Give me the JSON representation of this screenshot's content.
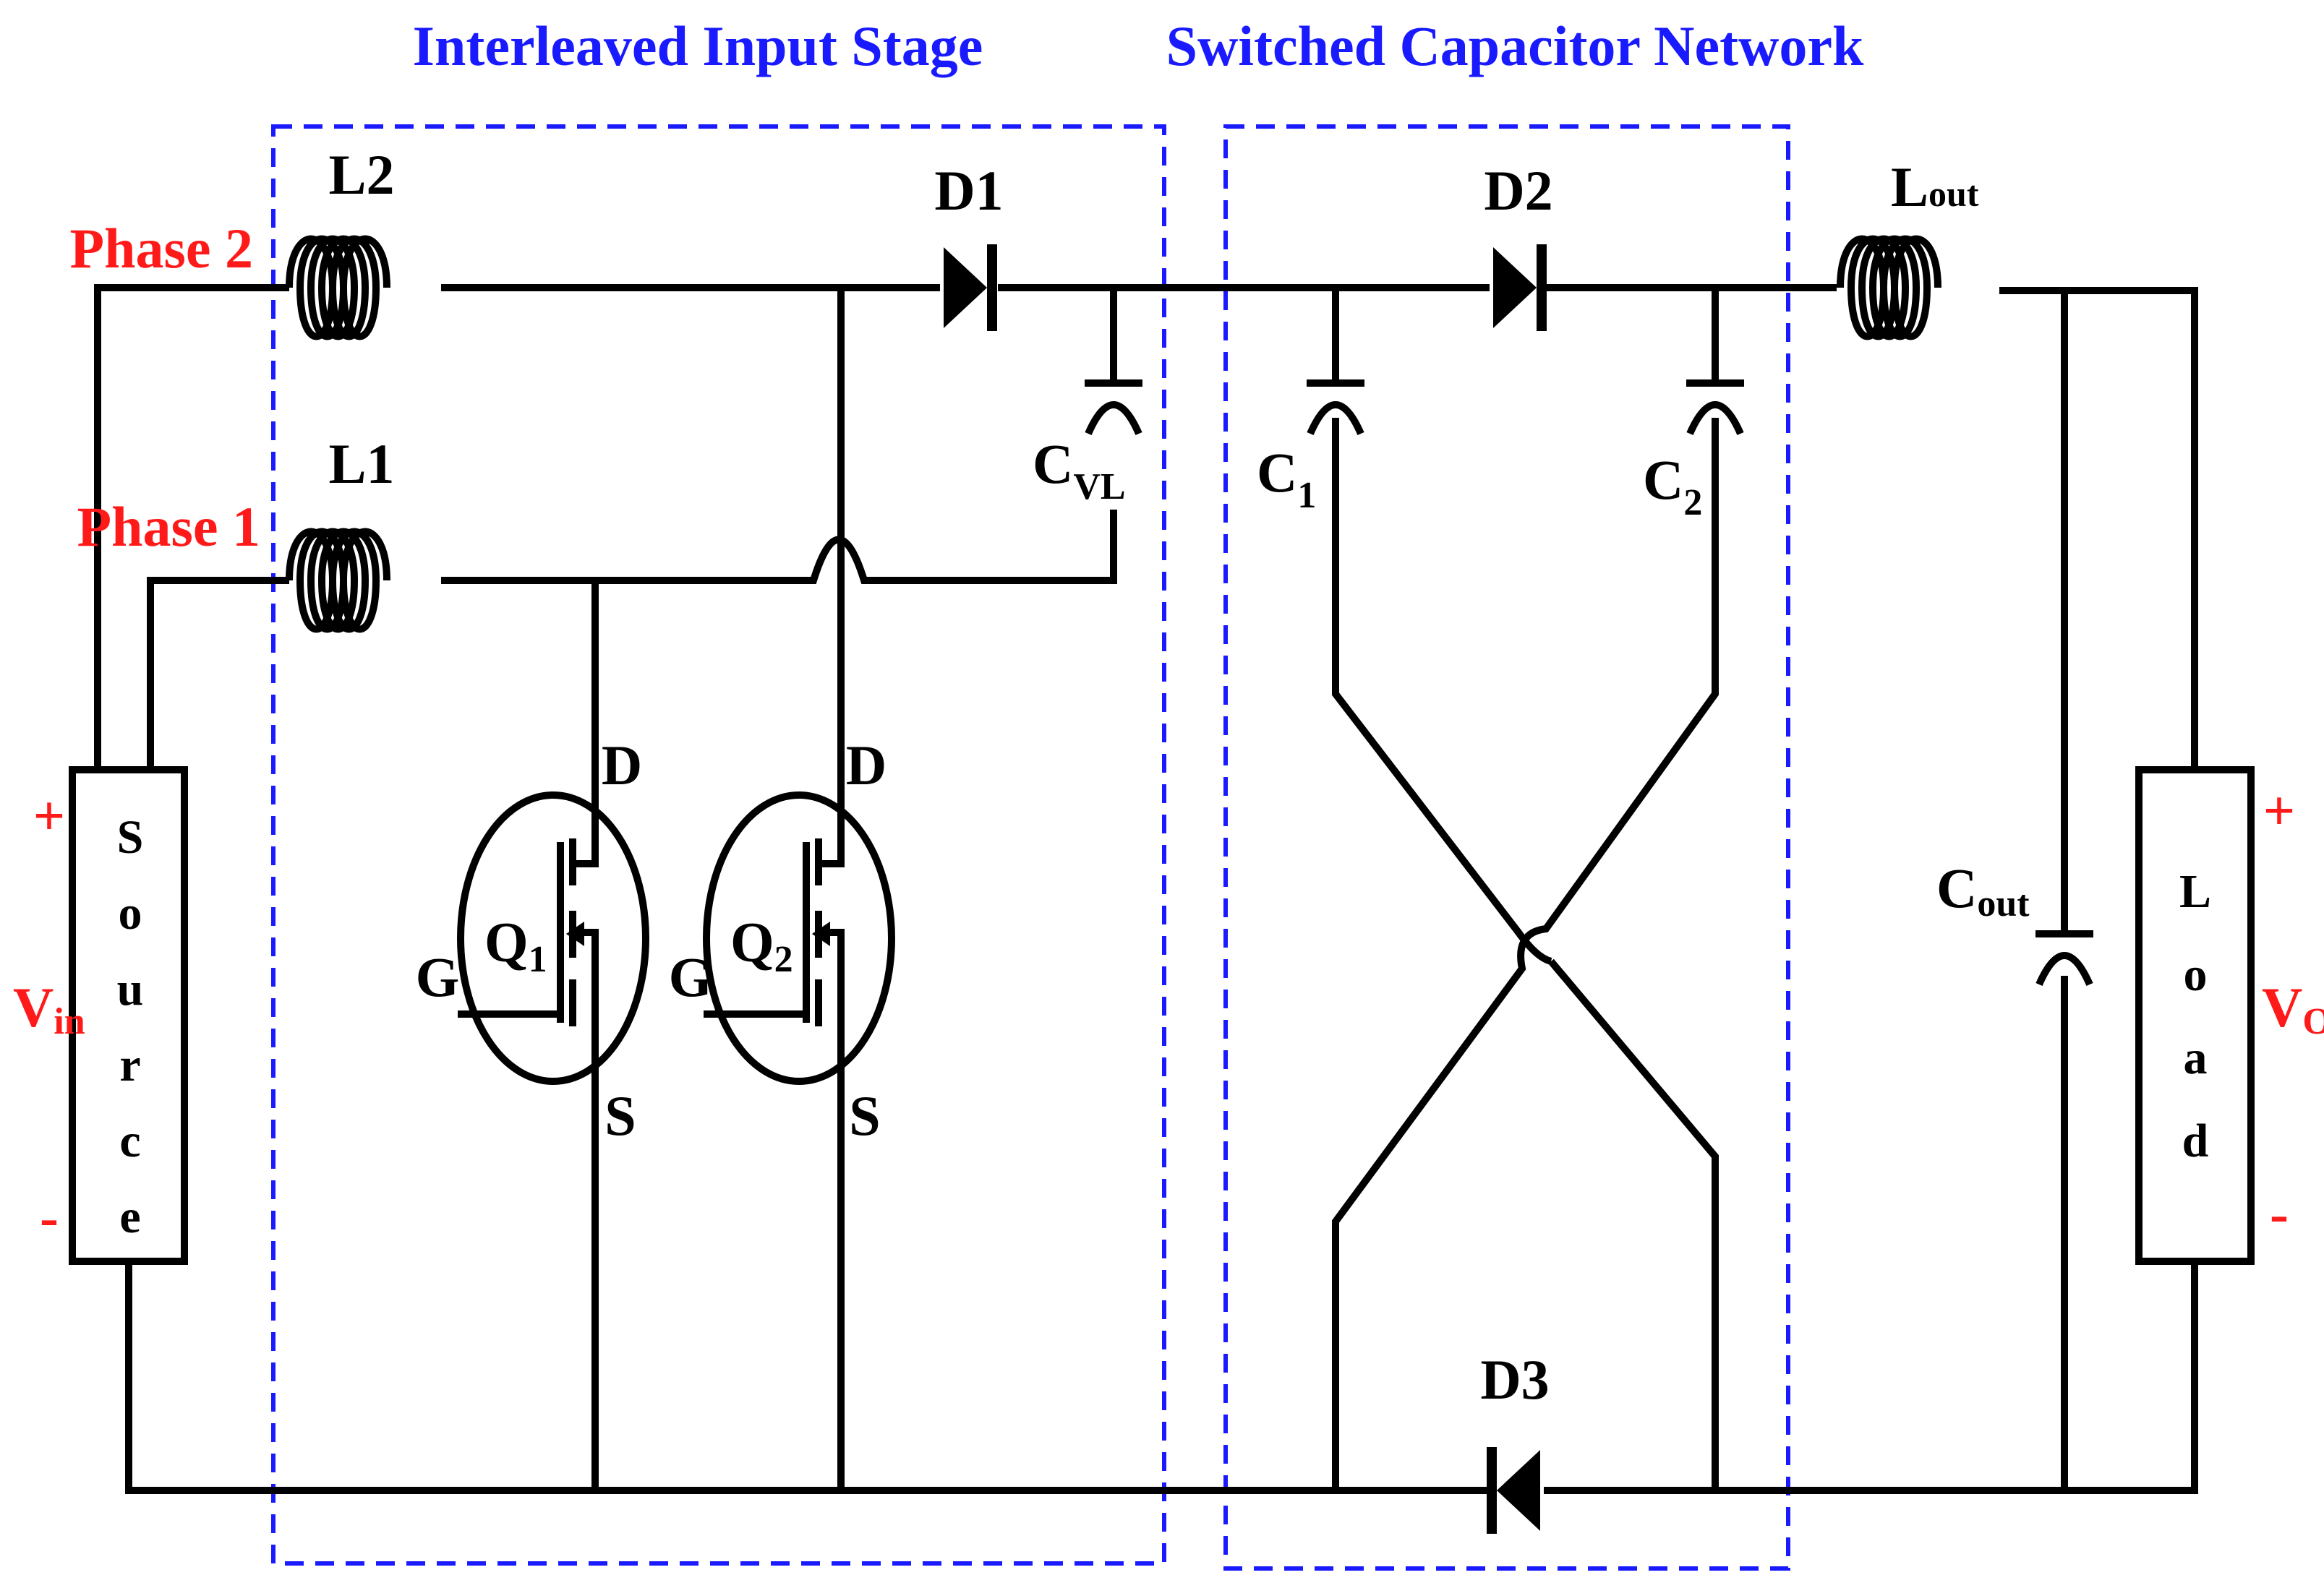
{
  "stages": {
    "input": "Interleaved Input Stage",
    "scn": "Switched Capacitor Network"
  },
  "phases": {
    "phase2": "Phase 2",
    "phase1": "Phase 1"
  },
  "inductors": {
    "l2": "L2",
    "l1": "L1",
    "lout_main": "L",
    "lout_sub": "out"
  },
  "diodes": {
    "d1": "D1",
    "d2": "D2",
    "d3": "D3"
  },
  "capacitors": {
    "cvl_main": "C",
    "cvl_sub": "VL",
    "c1_main": "C",
    "c1_sub": "1",
    "c2_main": "C",
    "c2_sub": "2",
    "cout_main": "C",
    "cout_sub": "out"
  },
  "mosfets": {
    "q1_main": "Q",
    "q1_sub": "1",
    "q2_main": "Q",
    "q2_sub": "2",
    "gate": "G",
    "drain": "D",
    "source": "S"
  },
  "source": {
    "letters": [
      "S",
      "o",
      "u",
      "r",
      "c",
      "e"
    ],
    "plus": "+",
    "minus": "-",
    "vin_main": "V",
    "vin_sub": "in"
  },
  "load": {
    "letters": [
      "L",
      "o",
      "a",
      "d"
    ],
    "plus": "+",
    "minus": "-",
    "vo_main": "V",
    "vo_sub": "O"
  },
  "colors": {
    "stage_box": "#1a1aff",
    "phase_label": "#ff1a1a",
    "wire": "#000000"
  }
}
